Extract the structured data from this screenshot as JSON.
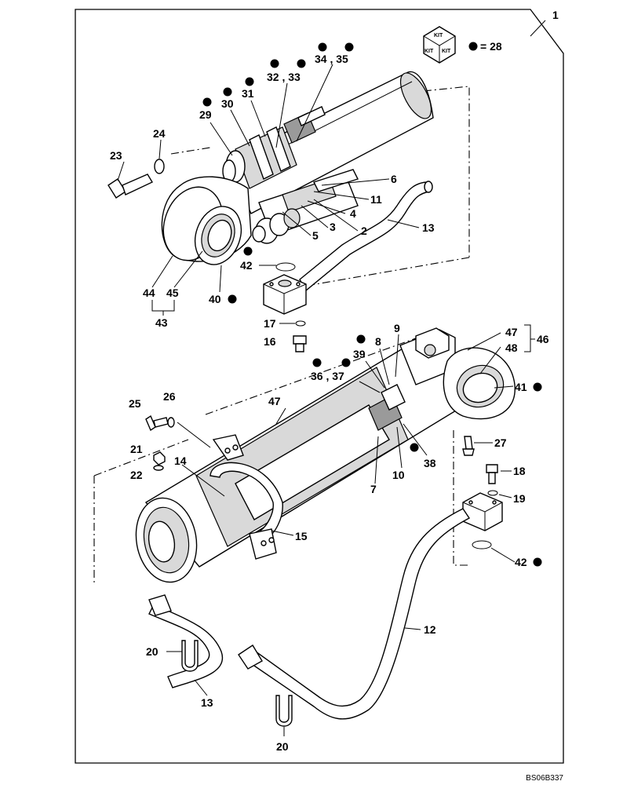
{
  "assembly_number": "1",
  "kit_legend": {
    "kit_word": "KIT",
    "equals_text": "= 28",
    "dot_color": "#000000"
  },
  "drawing_code": "BS06B337",
  "callouts": [
    {
      "id": "c1",
      "text": "23"
    },
    {
      "id": "c2",
      "text": "24"
    },
    {
      "id": "c3",
      "text": "29"
    },
    {
      "id": "c4",
      "text": "30"
    },
    {
      "id": "c5",
      "text": "31"
    },
    {
      "id": "c6",
      "text": "32 , 33"
    },
    {
      "id": "c7",
      "text": "34 , 35"
    },
    {
      "id": "c8",
      "text": "6"
    },
    {
      "id": "c9",
      "text": "11"
    },
    {
      "id": "c10",
      "text": "4"
    },
    {
      "id": "c11",
      "text": "3"
    },
    {
      "id": "c12",
      "text": "2"
    },
    {
      "id": "c13",
      "text": "5"
    },
    {
      "id": "c14",
      "text": "13"
    },
    {
      "id": "c15",
      "text": "42"
    },
    {
      "id": "c16",
      "text": "44"
    },
    {
      "id": "c17",
      "text": "45"
    },
    {
      "id": "c18",
      "text": "43"
    },
    {
      "id": "c19",
      "text": "40"
    },
    {
      "id": "c20",
      "text": "17"
    },
    {
      "id": "c21",
      "text": "16"
    },
    {
      "id": "c22",
      "text": "8"
    },
    {
      "id": "c23",
      "text": "9"
    },
    {
      "id": "c24",
      "text": "39"
    },
    {
      "id": "c25",
      "text": "36 , 37"
    },
    {
      "id": "c26",
      "text": "47"
    },
    {
      "id": "c27",
      "text": "48"
    },
    {
      "id": "c28",
      "text": "46"
    },
    {
      "id": "c29",
      "text": "41"
    },
    {
      "id": "c30",
      "text": "25"
    },
    {
      "id": "c31",
      "text": "26"
    },
    {
      "id": "c32",
      "text": "47"
    },
    {
      "id": "c33",
      "text": "27"
    },
    {
      "id": "c34",
      "text": "21"
    },
    {
      "id": "c35",
      "text": "22"
    },
    {
      "id": "c36",
      "text": "14"
    },
    {
      "id": "c37",
      "text": "7"
    },
    {
      "id": "c38",
      "text": "10"
    },
    {
      "id": "c39",
      "text": "38"
    },
    {
      "id": "c40",
      "text": "18"
    },
    {
      "id": "c41",
      "text": "19"
    },
    {
      "id": "c42",
      "text": "15"
    },
    {
      "id": "c43",
      "text": "42"
    },
    {
      "id": "c44",
      "text": "12"
    },
    {
      "id": "c45",
      "text": "20"
    },
    {
      "id": "c46",
      "text": "13"
    },
    {
      "id": "c47",
      "text": "20"
    }
  ]
}
